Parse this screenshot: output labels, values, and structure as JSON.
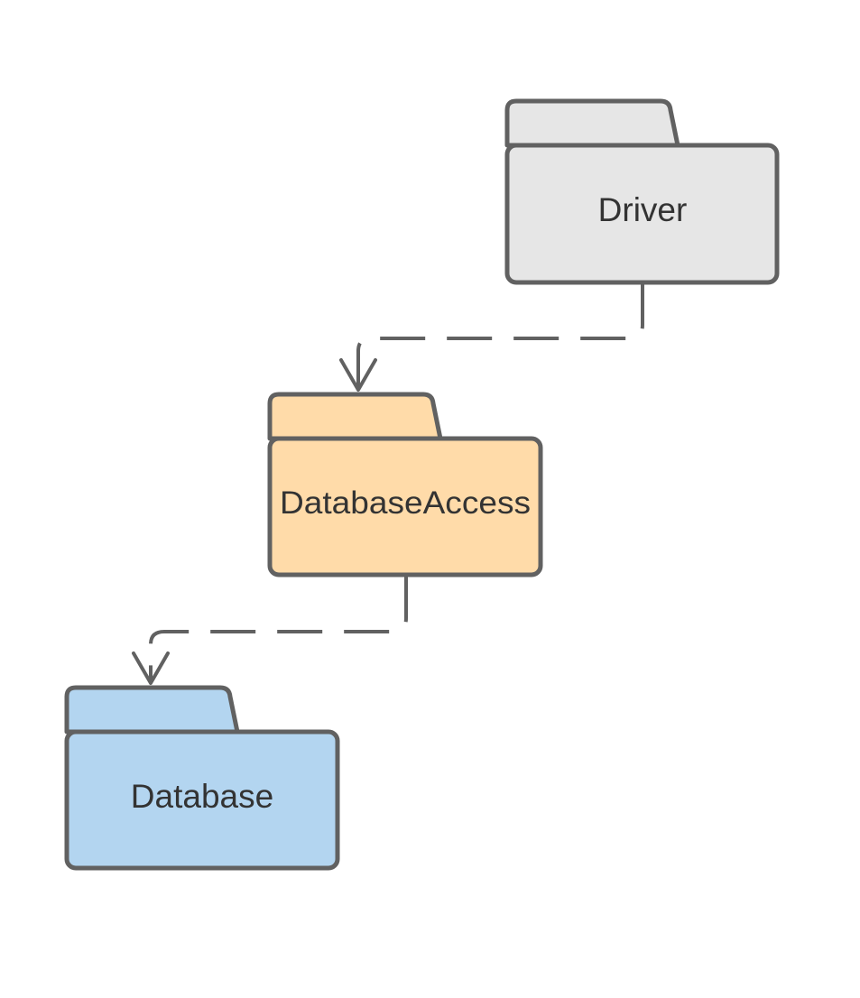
{
  "packages": {
    "driver": {
      "label": "Driver",
      "fill": "#e6e6e6"
    },
    "database_access": {
      "label": "DatabaseAccess",
      "fill": "#ffdba9"
    },
    "database": {
      "label": "Database",
      "fill": "#b3d5f0"
    }
  },
  "colors": {
    "stroke": "#616161",
    "text": "#333333",
    "background": "#ffffff"
  },
  "dependencies": [
    {
      "from": "Driver",
      "to": "DatabaseAccess",
      "style": "dashed-open-arrow"
    },
    {
      "from": "DatabaseAccess",
      "to": "Database",
      "style": "dashed-open-arrow"
    }
  ]
}
